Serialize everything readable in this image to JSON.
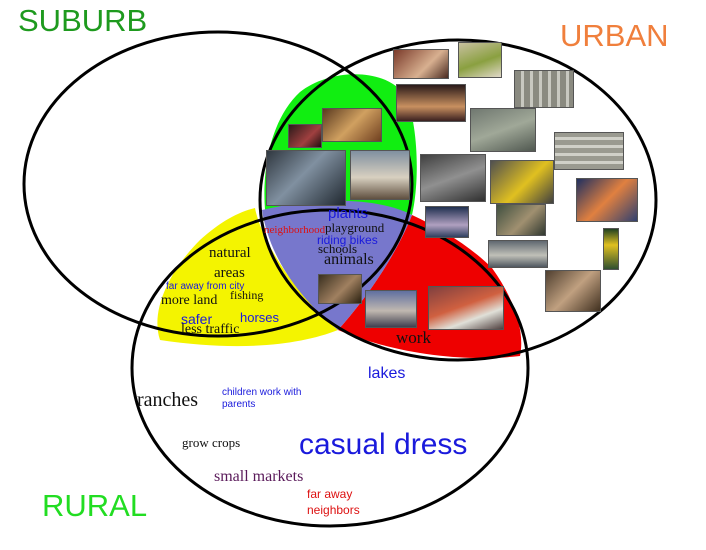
{
  "sets": {
    "suburb": {
      "label": "SUBURB",
      "color": "#1e9a1e"
    },
    "urban": {
      "label": "URBAN",
      "color": "#f07f3c"
    },
    "rural": {
      "label": "RURAL",
      "color": "#22dd22"
    }
  },
  "region_colors": {
    "suburb_urban": "#11ee11",
    "suburb_rural": "#f4f400",
    "urban_rural": "#ee0000",
    "all_three": "#7777cc"
  },
  "terms": {
    "plants": "plants",
    "playground": "playground",
    "riding_bikes": "riding bikes",
    "schools": "schools",
    "neighborhood": "neighborhood",
    "animals": "animals",
    "natural": "natural",
    "areas": "areas",
    "far_away_from_city": "far away from city",
    "fishing": "fishing",
    "more_land": "more land",
    "safer": "safer",
    "horses": "horses",
    "less_traffic": "less traffic",
    "work": "work",
    "lakes": "lakes",
    "ranches": "ranches",
    "children_work_1": "children work with",
    "children_work_2": "parents",
    "grow_crops": "grow crops",
    "casual_dress": "casual dress",
    "small_markets": "small markets",
    "far_away_neighbors_1": "far away",
    "far_away_neighbors_2": "neighbors"
  },
  "term_colors": {
    "blue": "#1a1adc",
    "red": "#dd1111",
    "purple": "#5a1a5a",
    "dark": "#111111"
  }
}
